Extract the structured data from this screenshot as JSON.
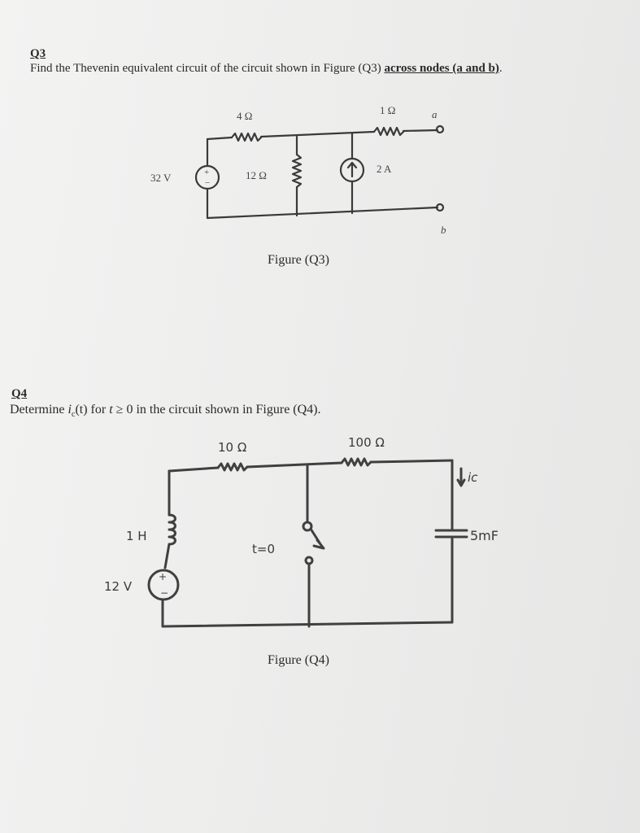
{
  "q3": {
    "label": "Q3",
    "text_pre": "Find the Thevenin equivalent circuit of the circuit shown in Figure (Q3) ",
    "text_emph": "across nodes (a and b)",
    "text_post": ".",
    "caption": "Figure (Q3)",
    "labels": {
      "r4": "4 Ω",
      "r1": "1 Ω",
      "node_a": "a",
      "node_b": "b",
      "v_source": "32 V",
      "r12": "12 Ω",
      "i_source": "2 A"
    }
  },
  "q4": {
    "label": "Q4",
    "text_pre": "Determine ",
    "text_var": "i",
    "text_sub": "c",
    "text_mid": "(t) for ",
    "text_t": "t",
    "text_post": " ≥ 0 in the circuit shown in Figure (Q4).",
    "caption": "Figure (Q4)",
    "labels": {
      "r10": "10 Ω",
      "r100": "100 Ω",
      "inductor": "1 H",
      "v_source": "12 V",
      "switch": "t=0",
      "capacitor": "5mF",
      "current": "ic"
    }
  }
}
